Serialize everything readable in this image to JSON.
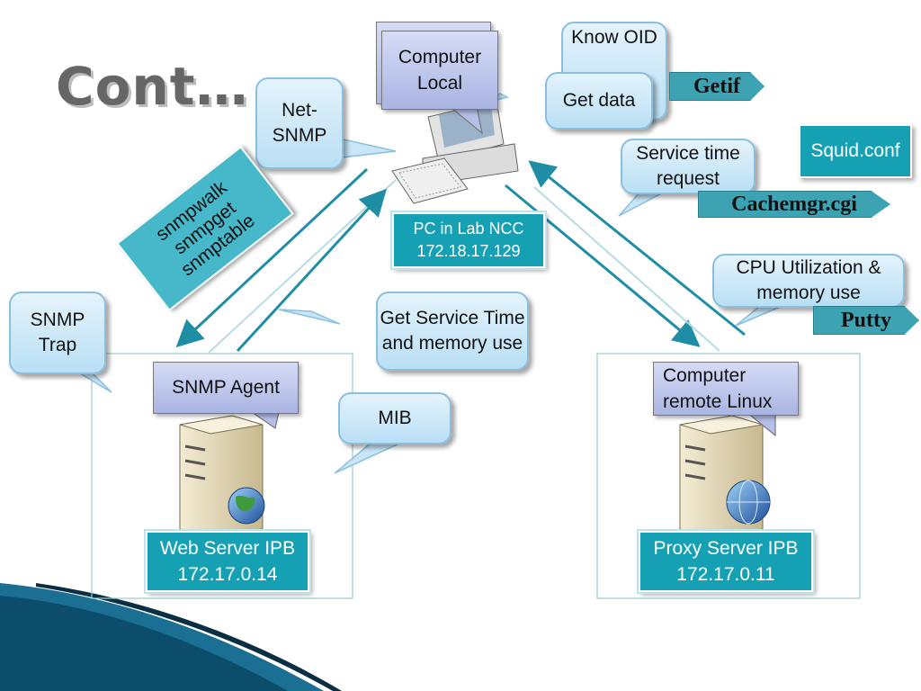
{
  "title": "Cont…",
  "callouts": {
    "computer_local": "Computer Local",
    "know_oid": "Know OID",
    "get_data": "Get data",
    "net_snmp": "Net-SNMP",
    "service_time_request": "Service time request",
    "cpu_memory": "CPU Utilization & memory use",
    "get_service_time": "Get Service Time and memory use",
    "snmp_trap": "SNMP Trap",
    "snmp_agent": "SNMP Agent",
    "mib": "MIB",
    "computer_remote_linux": "Computer remote Linux"
  },
  "tools": {
    "getif": "Getif",
    "cachemgr": "Cachemgr.cgi",
    "putty": "Putty",
    "squid_conf": "Squid.conf",
    "snmp_commands": [
      "snmpwalk",
      "snmpget",
      "snmptable"
    ]
  },
  "nodes": {
    "pc": {
      "name": "PC in Lab NCC",
      "ip": "172.18.17.129"
    },
    "web_server": {
      "name": "Web Server IPB",
      "ip": "172.17.0.14"
    },
    "proxy_server": {
      "name": "Proxy Server IPB",
      "ip": "172.17.0.11"
    }
  },
  "colors": {
    "teal": "#16a0b4",
    "callout_blue": "#b9dff5",
    "callout_purple": "#a9b4e2",
    "arrow": "#1f8ea5"
  }
}
